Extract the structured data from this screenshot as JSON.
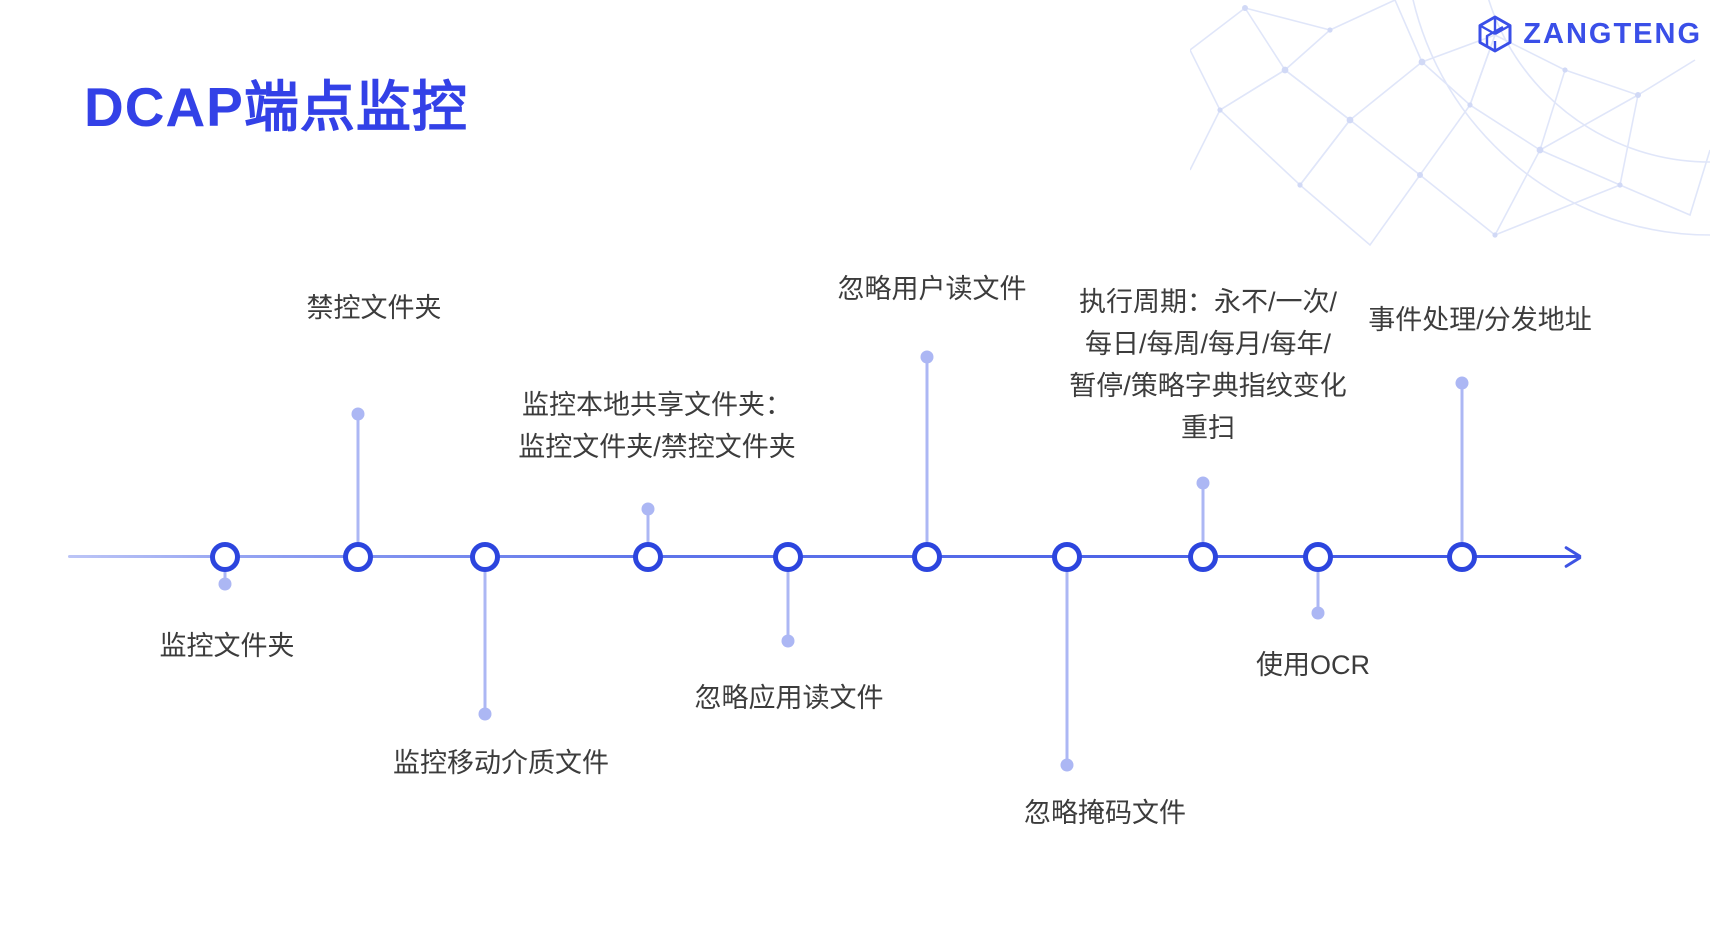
{
  "page": {
    "title": "DCAP端点监控"
  },
  "brand": {
    "name": "ZANGTENG",
    "logo_icon": "cube-icon",
    "color": "#3A4FE8"
  },
  "colors": {
    "title_text": "#3341E7",
    "node_ring": "#2C45DE",
    "axis_blue": "#3E54E3",
    "stem_and_dot": "#ACB7F4",
    "label_text": "#3C3C3C",
    "mesh_line": "#D9E0F8"
  },
  "timeline": {
    "direction": "left-to-right-arrow",
    "nodes": [
      {
        "label": "监控文件夹",
        "side": "below"
      },
      {
        "label": "禁控文件夹",
        "side": "above"
      },
      {
        "label": "监控移动介质文件",
        "side": "below"
      },
      {
        "label": "监控本地共享文件夹：\n监控文件夹/禁控文件夹",
        "side": "above"
      },
      {
        "label": "忽略应用读文件",
        "side": "below"
      },
      {
        "label": "忽略用户读文件",
        "side": "above"
      },
      {
        "label": "忽略掩码文件",
        "side": "below"
      },
      {
        "label": "执行周期：永不/一次/\n每日/每周/每月/每年/\n暂停/策略字典指纹变化\n重扫",
        "side": "above"
      },
      {
        "label": "使用OCR",
        "side": "below"
      },
      {
        "label": "事件处理/分发地址",
        "side": "above"
      }
    ]
  }
}
